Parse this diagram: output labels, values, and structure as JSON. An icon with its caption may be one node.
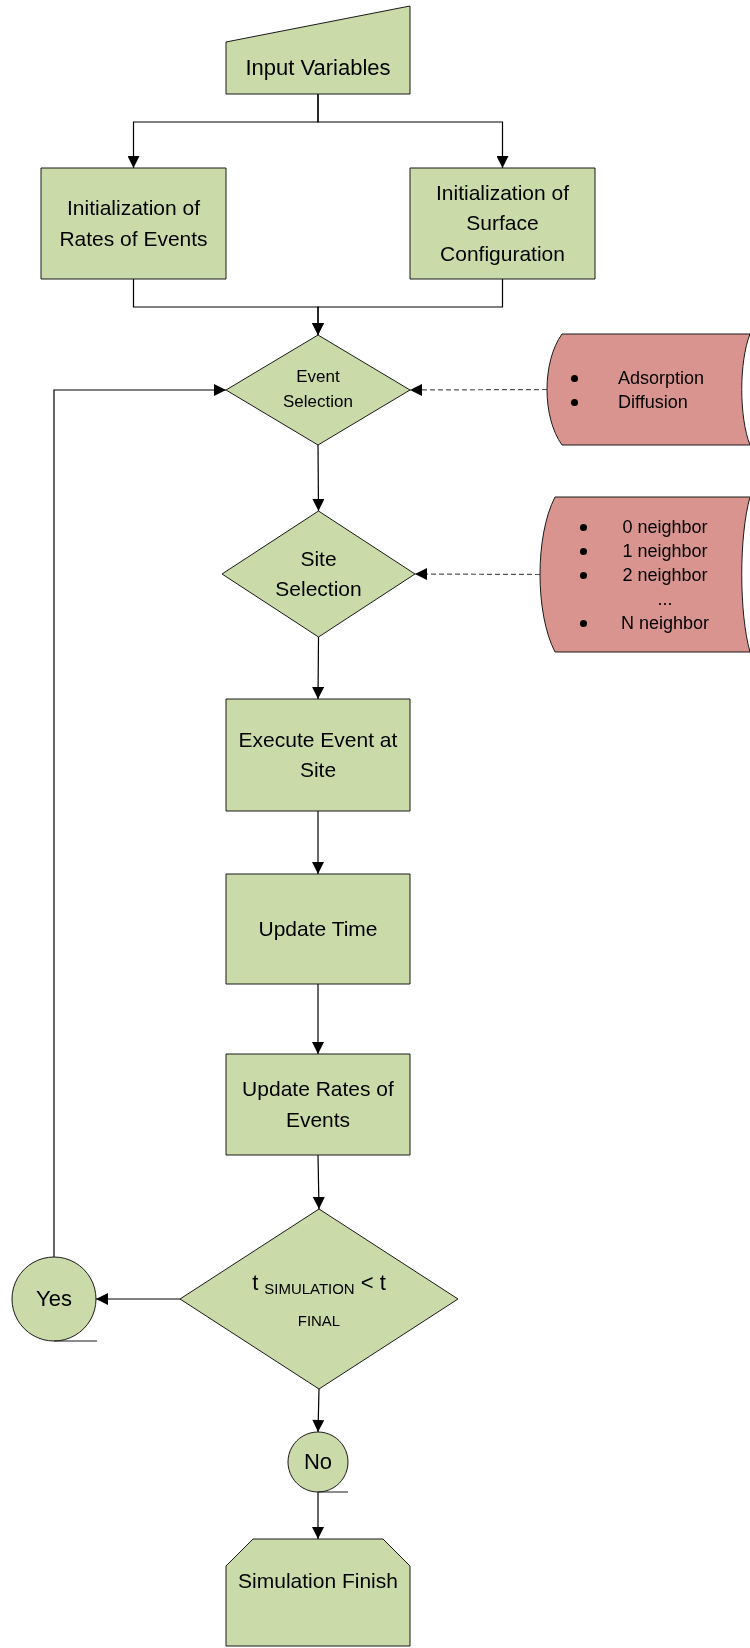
{
  "diagram": {
    "nodes": [
      {
        "text": [
          "Input Variables"
        ]
      },
      {
        "text": [
          "Initialization of Rates of Events"
        ]
      },
      {
        "text": [
          "Initialization of Surface Configuration"
        ]
      },
      {
        "text": [
          "Event Selection"
        ]
      },
      {
        "text": [
          "Adsorption",
          "Diffusion"
        ]
      },
      {
        "text": [
          "Site Selection"
        ]
      },
      {
        "text": [
          "0 neighbor",
          "1 neighbor",
          "2 neighbor",
          "...",
          "N neighbor"
        ]
      },
      {
        "text": [
          "Execute Event at Site"
        ]
      },
      {
        "text": [
          "Update Time"
        ]
      },
      {
        "text": [
          "Update Rates of Events"
        ]
      },
      {
        "text": [
          "t $_{SIMULATION}$ < t $_{FINAL}$"
        ]
      },
      {
        "text": [
          "Yes"
        ]
      },
      {
        "text": [
          "No"
        ]
      },
      {
        "text": [
          "Simulation Finish"
        ]
      }
    ],
    "edges": [
      {
        "from": 0,
        "to": 1,
        "arrow": "to"
      },
      {
        "from": 0,
        "to": 2,
        "arrow": "to"
      },
      {
        "from": 1,
        "to": 3,
        "arrow": "to"
      },
      {
        "from": 2,
        "to": 3,
        "arrow": "to"
      },
      {
        "from": 4,
        "to": 3,
        "arrow": "to",
        "style": "dashed",
        "color": "#555555"
      },
      {
        "from": 3,
        "to": 5,
        "arrow": "to"
      },
      {
        "from": 6,
        "to": 5,
        "arrow": "to",
        "style": "dashed",
        "color": "#555555"
      },
      {
        "from": 5,
        "to": 7,
        "arrow": "to"
      },
      {
        "from": 7,
        "to": 8,
        "arrow": "to"
      },
      {
        "from": 8,
        "to": 9,
        "arrow": "to"
      },
      {
        "from": 9,
        "to": 10,
        "arrow": "to"
      },
      {
        "from": 10,
        "to": 11,
        "arrow": "to"
      },
      {
        "from": 11,
        "to": 3,
        "arrow": "to"
      },
      {
        "from": 10,
        "to": 12,
        "arrow": "to"
      },
      {
        "from": 12,
        "to": 13,
        "arrow": "to"
      }
    ]
  }
}
